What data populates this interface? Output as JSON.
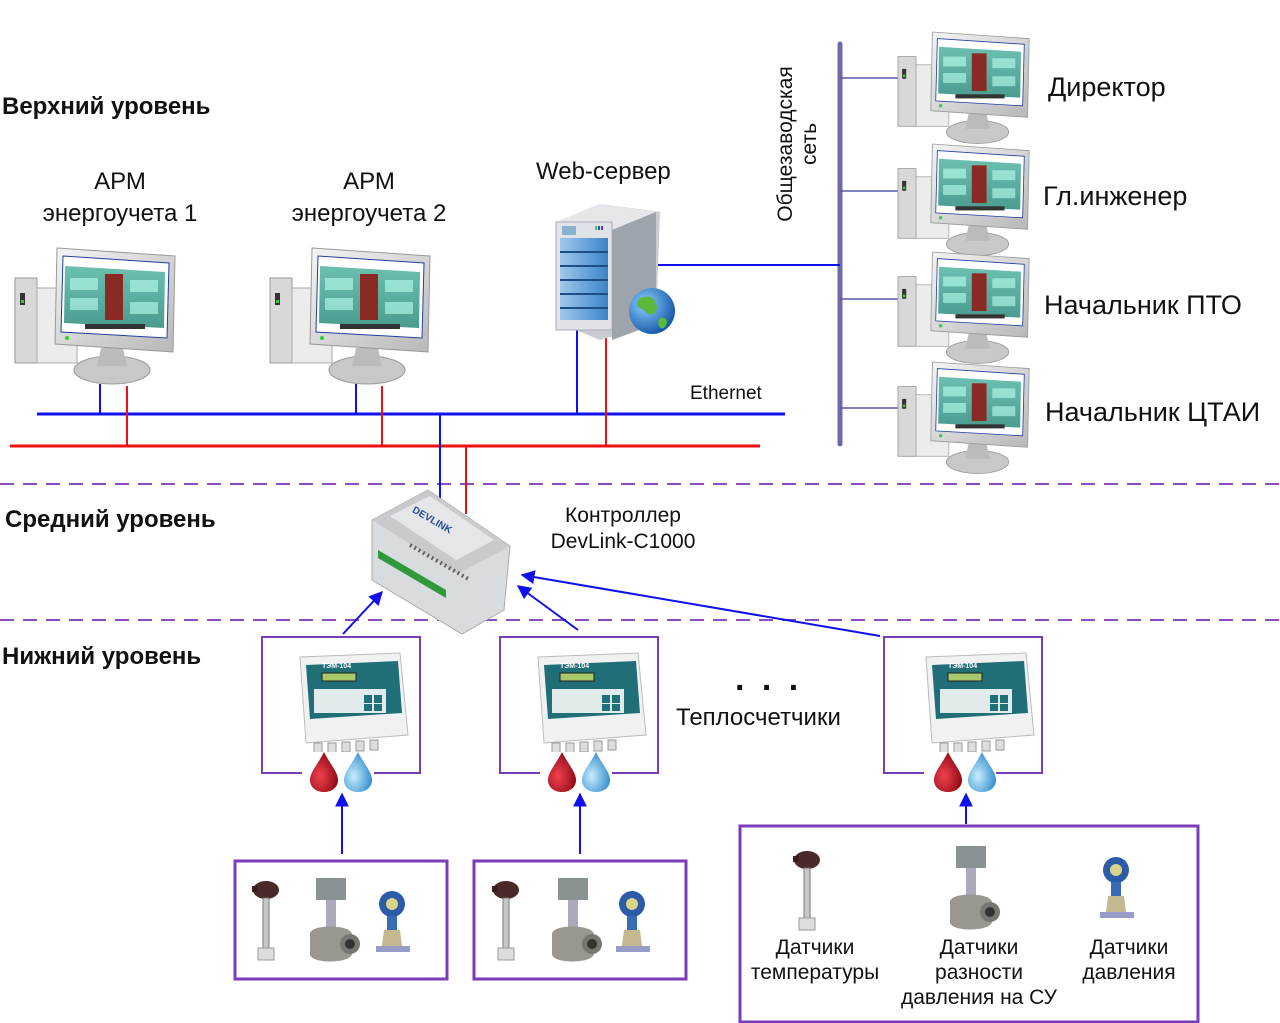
{
  "levels": {
    "top": "Верхний уровень",
    "middle": "Средний уровень",
    "bottom": "Нижний уровень"
  },
  "workstations": [
    {
      "line1": "АРМ",
      "line2": "энергоучета 1",
      "icon": "desktop-computer-icon"
    },
    {
      "line1": "АРМ",
      "line2": "энергоучета 2",
      "icon": "desktop-computer-icon"
    }
  ],
  "web_server": {
    "label": "Web-сервер",
    "icon": "server-globe-icon"
  },
  "plant_network": {
    "line1": "Общезаводская",
    "line2": "сеть"
  },
  "ethernet_label": "Ethernet",
  "clients": [
    {
      "label": "Директор",
      "icon": "desktop-computer-icon"
    },
    {
      "label": "Гл.инженер",
      "icon": "desktop-computer-icon"
    },
    {
      "label": "Начальник ПТО",
      "icon": "desktop-computer-icon"
    },
    {
      "label": "Начальник ЦТАИ",
      "icon": "desktop-computer-icon"
    }
  ],
  "controller": {
    "line1": "Контроллер",
    "line2": "DevLink-C1000",
    "brand": "DEVLINK",
    "icon": "din-rail-controller-icon"
  },
  "heat_meters": {
    "label": "Теплосчетчики",
    "ellipsis": ". . .",
    "model": "ТЭМ-104",
    "count_shown": 3
  },
  "sensors": [
    {
      "line1": "Датчики",
      "line2": "температуры",
      "line3": "",
      "icon": "temperature-sensor-icon"
    },
    {
      "line1": "Датчики",
      "line2": "разности",
      "line3": "давления на СУ",
      "icon": "valve-sensor-icon"
    },
    {
      "line1": "Датчики",
      "line2": "давления",
      "line3": "",
      "icon": "pressure-transmitter-icon"
    }
  ],
  "colors": {
    "ethernet": "#1010ee",
    "redundant_line": "#ee1111",
    "plant_bus": "#6a6aa8",
    "level_divider": "#8a4cc0",
    "box_border": "#7a3cb8",
    "arrow": "#1010ee",
    "hot_water": "#b0101a",
    "cold_water": "#4aa6dd"
  }
}
